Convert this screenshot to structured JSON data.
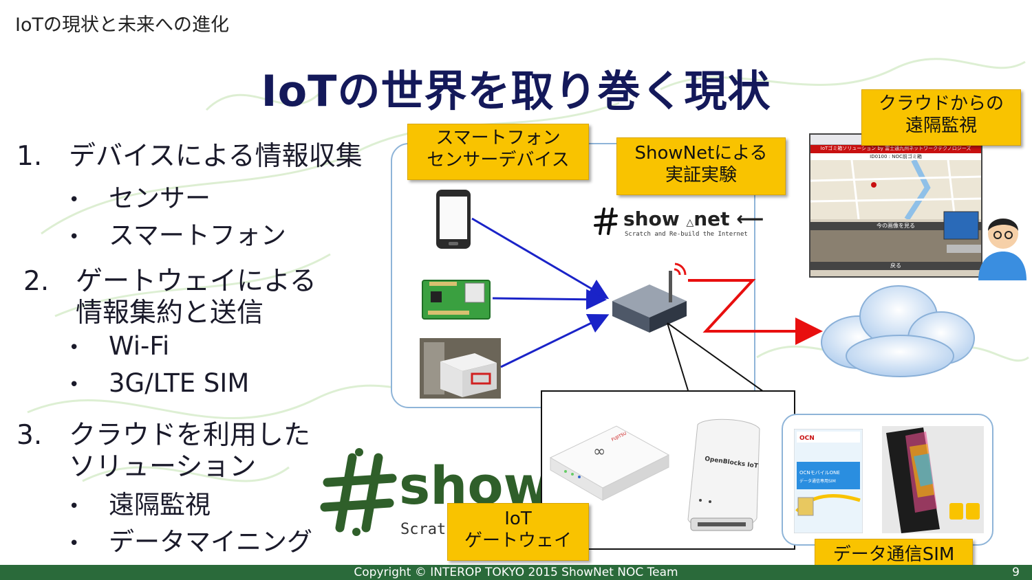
{
  "header": {
    "breadcrumb": "IoTの現状と未来への進化",
    "title": "IoTの世界を取り巻く現状"
  },
  "list": {
    "items": [
      {
        "num": "1.",
        "text": "デバイスによる情報収集",
        "sub": [
          "センサー",
          "スマートフォン"
        ]
      },
      {
        "num": "2.",
        "text": "ゲートウェイによる",
        "text2": "情報集約と送信",
        "sub": [
          "Wi-Fi",
          "3G/LTE SIM"
        ]
      },
      {
        "num": "3.",
        "text": "クラウドを利用した",
        "text2": "ソリューション",
        "sub": [
          "遠隔監視",
          "データマイニング"
        ]
      }
    ],
    "bullet": "•"
  },
  "callouts": {
    "devices": [
      "スマートフォン",
      "センサーデバイス"
    ],
    "shownet": [
      "ShowNetによる",
      "実証実験"
    ],
    "cloud": [
      "クラウドからの",
      "遠隔監視"
    ],
    "gateway": [
      "IoT",
      "ゲートウェイ"
    ],
    "sim": "データ通信SIM"
  },
  "logo": {
    "brand": "show",
    "net": "net",
    "tagline": "Scratch and Re-build the Internet",
    "big_tagline": "Scrat"
  },
  "screen": {
    "header": "IoTゴミ箱ソリューション by 富士通九州ネットワークテクノロジーズ",
    "sub": "ID0100 : NOC前ゴミ箱",
    "image_label": "今の画像を見る",
    "back_label": "戻る"
  },
  "devices_labels": {
    "gateway_brand": "FUJITSU",
    "openblocks": "OpenBlocks IoT",
    "sim_card": "OCNモバイルONE",
    "sim_sub": "データ通信専用SIM"
  },
  "footer": {
    "copyright": "Copyright © INTEROP TOKYO 2015 ShowNet NOC Team",
    "page": "9"
  },
  "colors": {
    "title": "#14195a",
    "callout": "#f9c300",
    "footer": "#2a6a3a",
    "arrow_blue": "#1a23c8",
    "arrow_red": "#e80f0f",
    "logo_green": "#2f5f2a"
  }
}
